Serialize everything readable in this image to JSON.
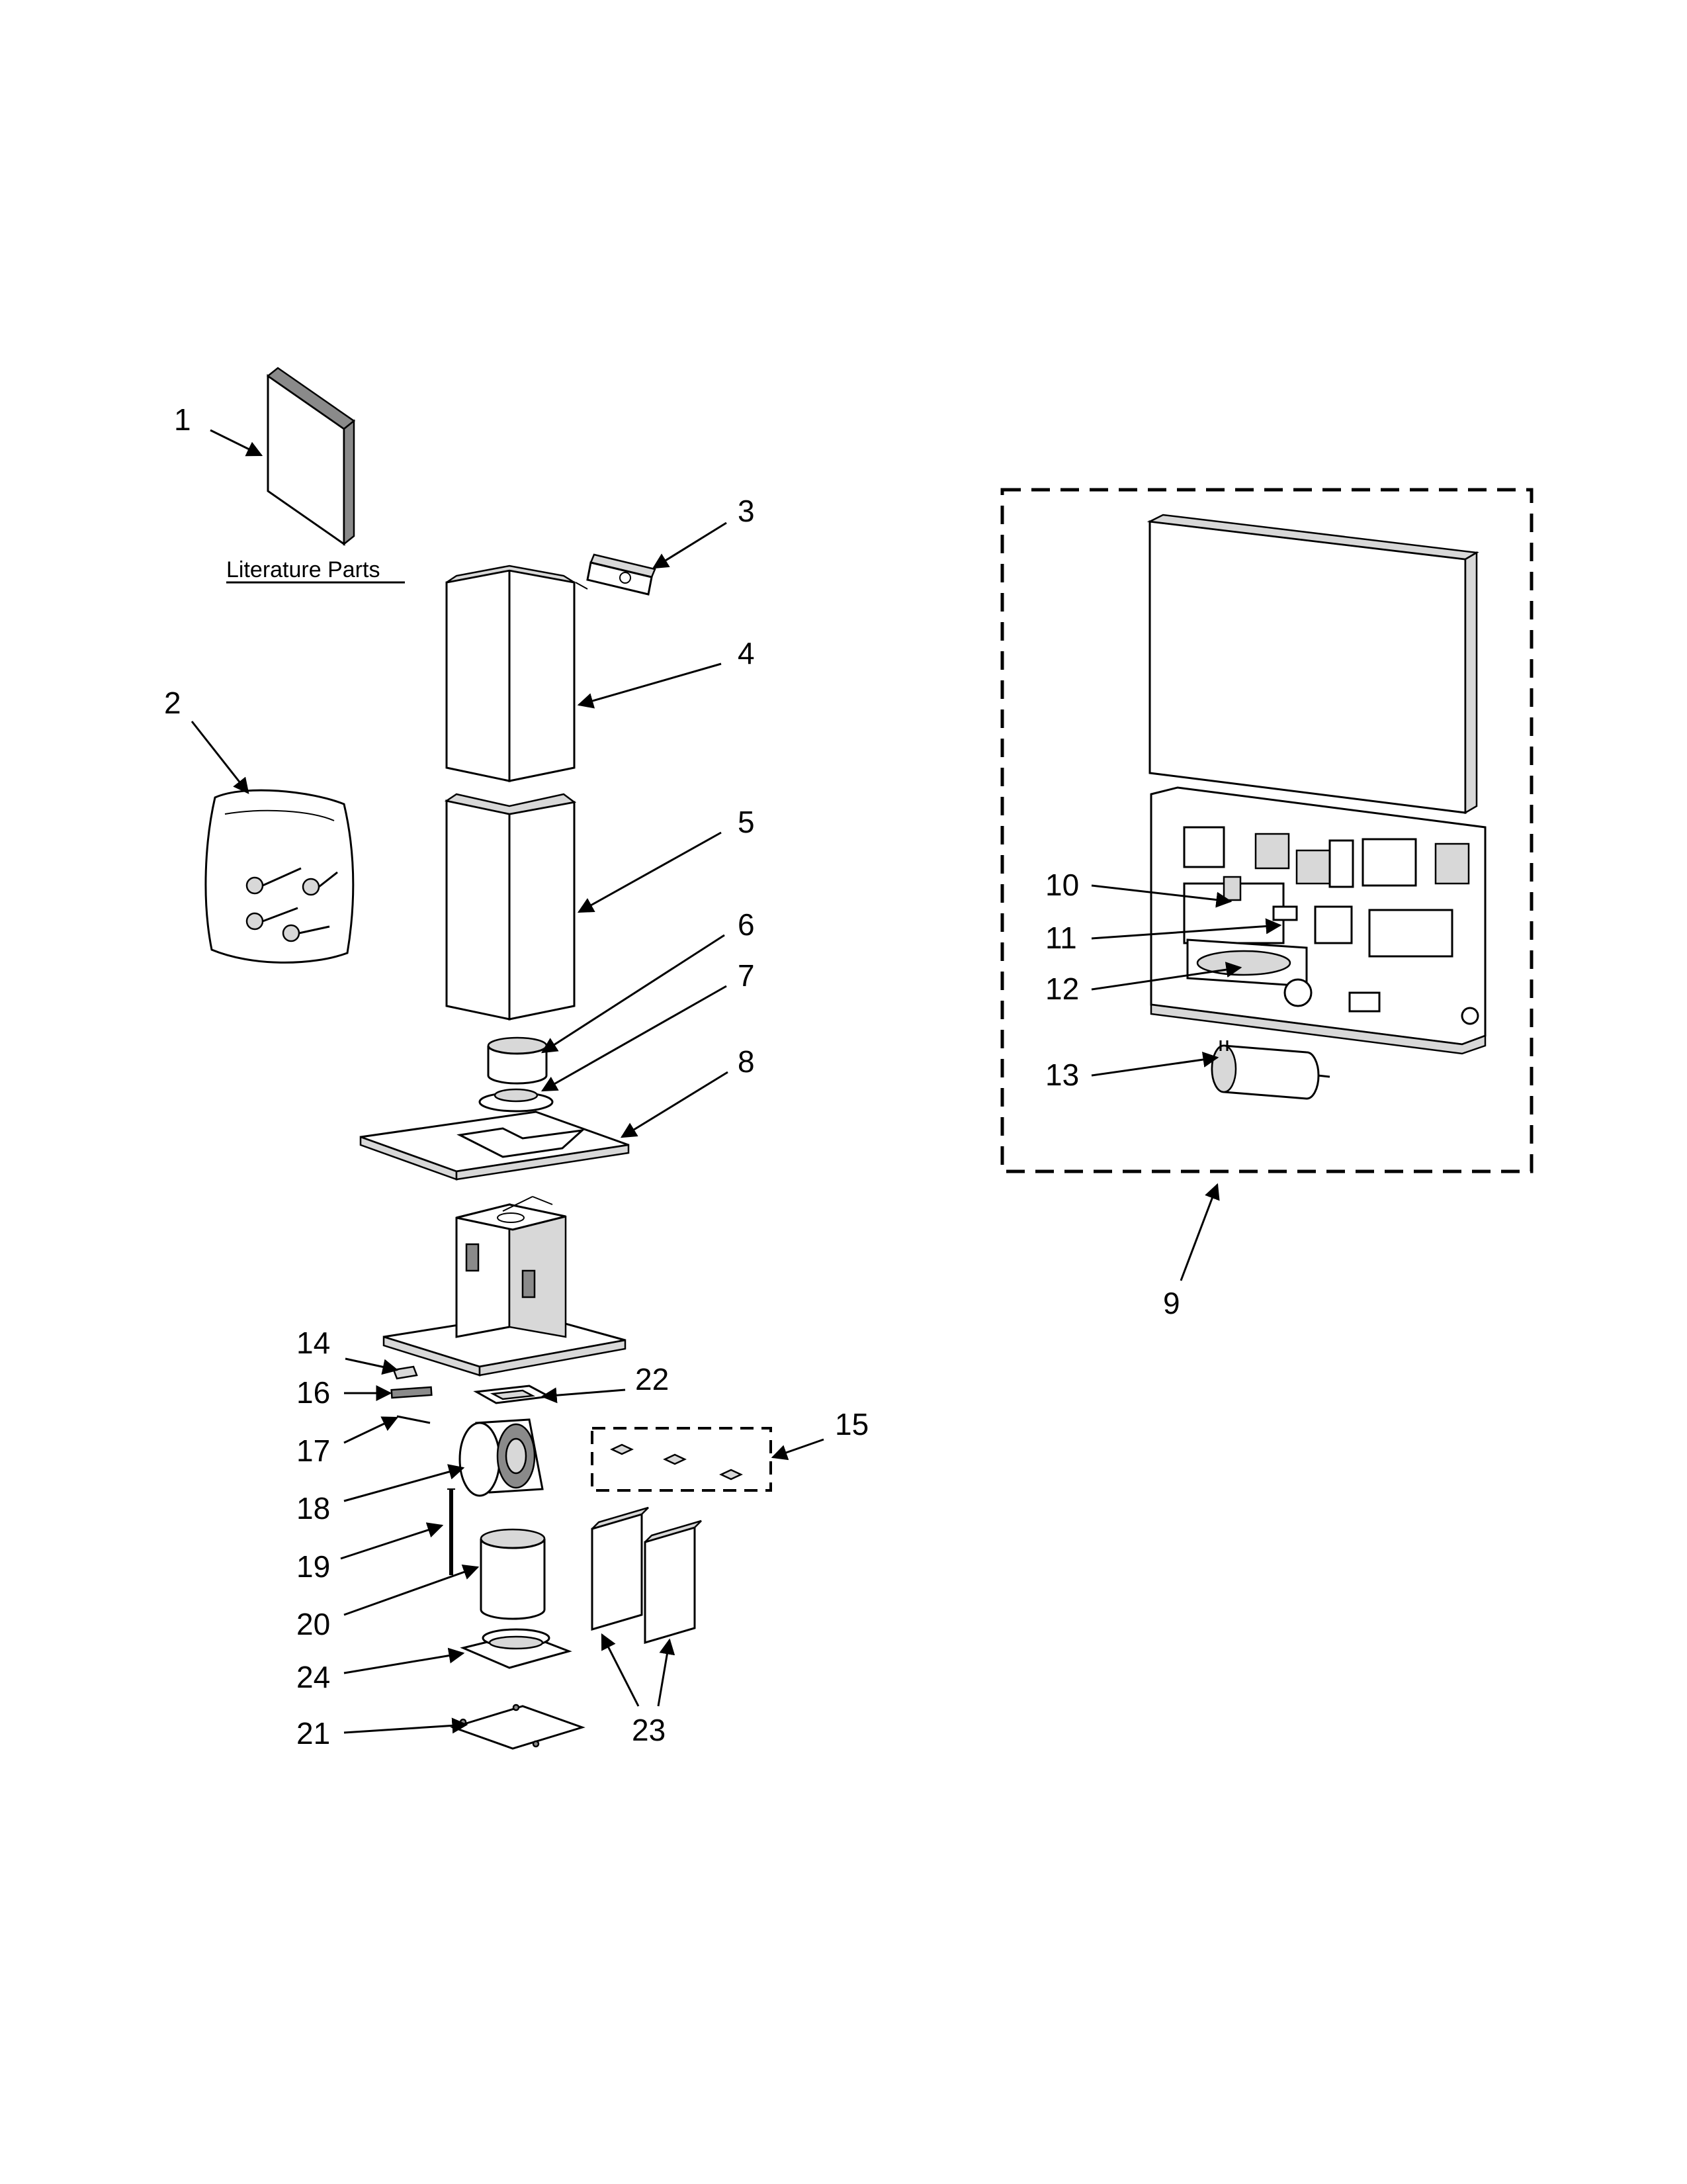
{
  "diagram": {
    "literature_label": "Literature Parts",
    "callouts": [
      "1",
      "2",
      "3",
      "4",
      "5",
      "6",
      "7",
      "8",
      "9",
      "10",
      "11",
      "12",
      "13",
      "14",
      "15",
      "16",
      "17",
      "18",
      "19",
      "20",
      "21",
      "22",
      "23",
      "24"
    ]
  }
}
